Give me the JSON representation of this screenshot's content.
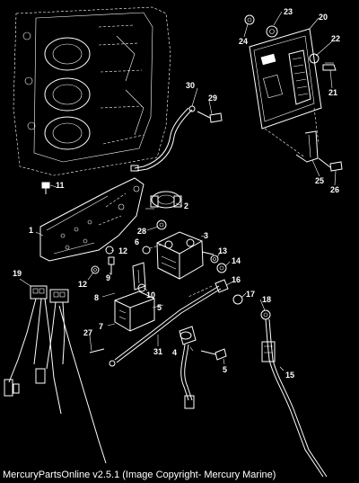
{
  "callouts": [
    {
      "id": "c1",
      "text": "1"
    },
    {
      "id": "c2",
      "text": "2"
    },
    {
      "id": "c3",
      "text": "3"
    },
    {
      "id": "c4",
      "text": "4"
    },
    {
      "id": "c5a",
      "text": "5"
    },
    {
      "id": "c5b",
      "text": "5"
    },
    {
      "id": "c6",
      "text": "6"
    },
    {
      "id": "c7",
      "text": "7"
    },
    {
      "id": "c8",
      "text": "8"
    },
    {
      "id": "c9",
      "text": "9"
    },
    {
      "id": "c10",
      "text": "10"
    },
    {
      "id": "c11",
      "text": "11"
    },
    {
      "id": "c12a",
      "text": "12"
    },
    {
      "id": "c12b",
      "text": "12"
    },
    {
      "id": "c13",
      "text": "13"
    },
    {
      "id": "c14",
      "text": "14"
    },
    {
      "id": "c15",
      "text": "15"
    },
    {
      "id": "c16",
      "text": "16"
    },
    {
      "id": "c17",
      "text": "17"
    },
    {
      "id": "c18",
      "text": "18"
    },
    {
      "id": "c19",
      "text": "19"
    },
    {
      "id": "c20",
      "text": "20"
    },
    {
      "id": "c21",
      "text": "21"
    },
    {
      "id": "c22",
      "text": "22"
    },
    {
      "id": "c23",
      "text": "23"
    },
    {
      "id": "c24",
      "text": "24"
    },
    {
      "id": "c25",
      "text": "25"
    },
    {
      "id": "c26",
      "text": "26"
    },
    {
      "id": "c27",
      "text": "27"
    },
    {
      "id": "c28",
      "text": "28"
    },
    {
      "id": "c29",
      "text": "29"
    },
    {
      "id": "c30",
      "text": "30"
    },
    {
      "id": "c31",
      "text": "31"
    }
  ],
  "caption": "MercuryPartsOnline v2.5.1 (Image Copyright- Mercury Marine)",
  "colors": {
    "background": "#000000",
    "line": "#ffffff"
  }
}
